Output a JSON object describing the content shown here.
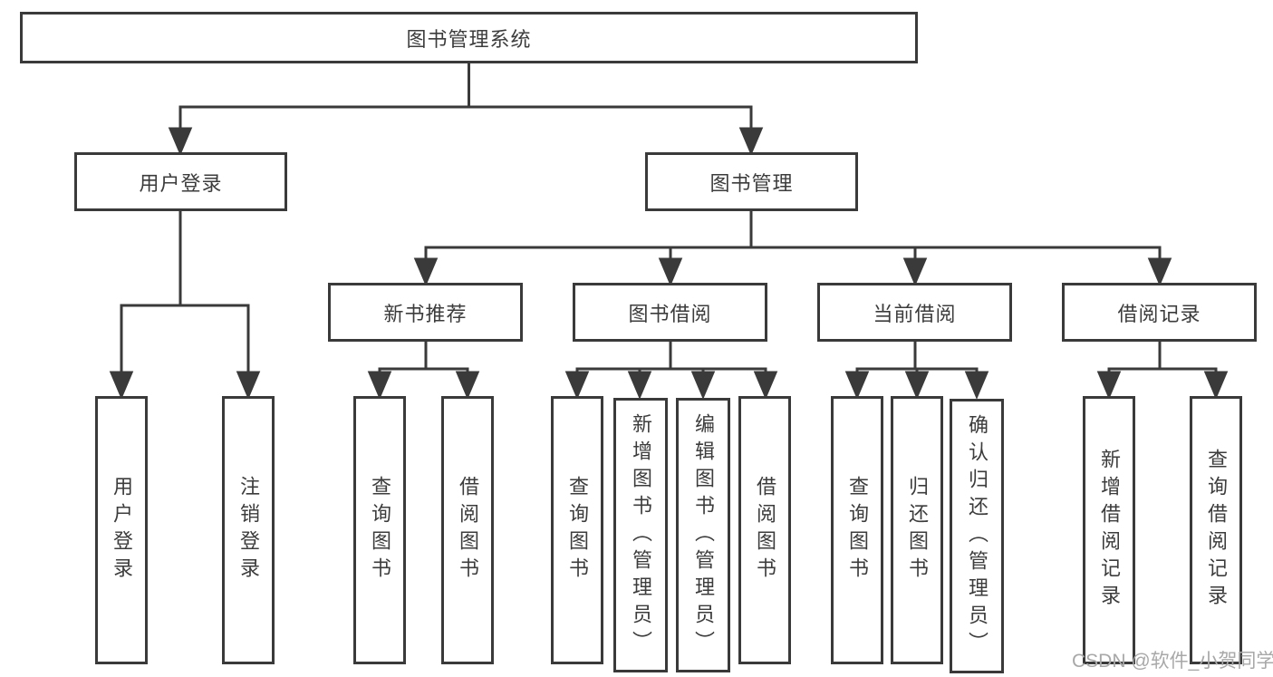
{
  "diagram": {
    "type": "hierarchy-tree",
    "title": "图书管理系统"
  },
  "colors": {
    "ink": "#3a3a3a",
    "text": "#3c3c3c",
    "box_bg": "#ffffff",
    "watermark": "#a8a8a8"
  },
  "root": {
    "label": "图书管理系统"
  },
  "level2": [
    {
      "label": "用户登录"
    },
    {
      "label": "图书管理"
    }
  ],
  "level3": [
    {
      "label": "新书推荐"
    },
    {
      "label": "图书借阅"
    },
    {
      "label": "当前借阅"
    },
    {
      "label": "借阅记录"
    }
  ],
  "leaves": [
    {
      "label": "用户登录"
    },
    {
      "label": "注销登录"
    },
    {
      "label": "查询图书"
    },
    {
      "label": "借阅图书"
    },
    {
      "label": "查询图书"
    },
    {
      "label": "新增图书（管理员）"
    },
    {
      "label": "编辑图书（管理员）"
    },
    {
      "label": "借阅图书"
    },
    {
      "label": "查询图书"
    },
    {
      "label": "归还图书"
    },
    {
      "label": "确认归还（管理员）"
    },
    {
      "label": "新增借阅记录"
    },
    {
      "label": "查询借阅记录"
    }
  ],
  "watermark": {
    "text": "CSDN @软件_小贺同学"
  }
}
